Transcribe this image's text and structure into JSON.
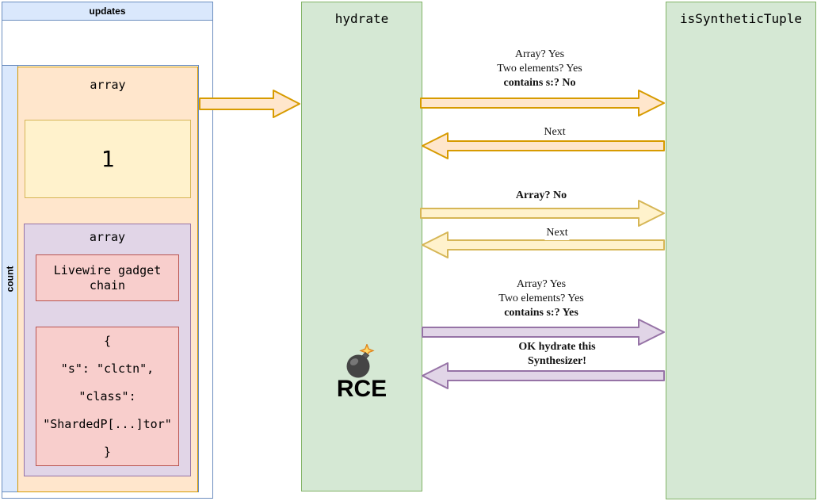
{
  "palette": {
    "blue_fill": "#dae8fc",
    "blue_stroke": "#6c8ebf",
    "green_fill": "#d5e8d4",
    "green_stroke": "#82b366",
    "orange_fill": "#ffe6cc",
    "orange_stroke": "#d79b00",
    "yellow_fill": "#fff2cc",
    "yellow_stroke": "#d6b656",
    "purple_fill": "#e1d5e7",
    "purple_stroke": "#9673a6",
    "red_fill": "#f8cecc",
    "red_stroke": "#b85450"
  },
  "updates_pool": {
    "title": "updates"
  },
  "count_lane": {
    "label": "count"
  },
  "outer_array": {
    "title": "array",
    "count_value": "1"
  },
  "inner_array": {
    "title": "array",
    "gadget": {
      "line1": "Livewire gadget",
      "line2": "chain"
    },
    "payload": [
      "{",
      "\"s\": \"clctn\",",
      "\"class\":",
      "\"ShardedP[...]tor\"",
      "}"
    ]
  },
  "columns": {
    "hydrate": {
      "title": "hydrate",
      "rce_label": "RCE",
      "icon": "bomb-icon"
    },
    "is_synthetic_tuple": {
      "title": "isSyntheticTuple"
    }
  },
  "messages": {
    "check1": {
      "line1": "Array? Yes",
      "line2": "Two elements? Yes",
      "line3": "contains s:? No"
    },
    "next1": {
      "label": "Next"
    },
    "check2": {
      "line1": "Array? No"
    },
    "next2": {
      "label": "Next"
    },
    "check3": {
      "line1": "Array? Yes",
      "line2": "Two elements? Yes",
      "line3": "contains s:? Yes"
    },
    "reply3": {
      "line1": "OK hydrate this",
      "line2": "Synthesizer!"
    }
  }
}
